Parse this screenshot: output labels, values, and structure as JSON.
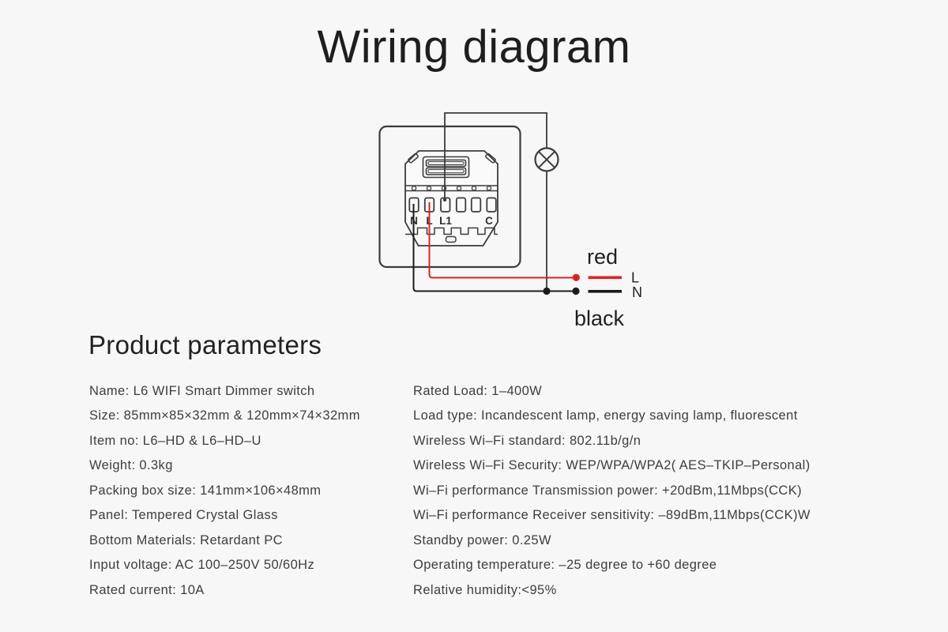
{
  "background": "#f7f7f8",
  "title": "Wiring diagram",
  "diagram": {
    "terminals": [
      "N",
      "L",
      "L1",
      "C"
    ],
    "wire_labels": {
      "red": "red",
      "black": "black",
      "live": "L",
      "neutral": "N"
    },
    "colors": {
      "red_wire": "#da2422",
      "black_wire": "#1b1b1b",
      "outline": "#3b3b3b"
    }
  },
  "parameters": {
    "heading": "Product parameters",
    "left": [
      "Name: L6 WIFI Smart Dimmer switch",
      "Size: 85mm×85×32mm & 120mm×74×32mm",
      "Item no: L6–HD & L6–HD–U",
      "Weight: 0.3kg",
      "Packing box size: 141mm×106×48mm",
      "Panel: Tempered Crystal Glass",
      "Bottom Materials: Retardant PC",
      "Input voltage: AC 100–250V 50/60Hz",
      "Rated current: 10A"
    ],
    "right": [
      "Rated Load: 1–400W",
      "Load type: Incandescent lamp, energy saving lamp, fluorescent",
      "Wireless Wi–Fi standard: 802.11b/g/n",
      "Wireless Wi–Fi Security: WEP/WPA/WPA2( AES–TKIP–Personal)",
      "Wi–Fi performance Transmission power: +20dBm,11Mbps(CCK)",
      "Wi–Fi performance Receiver sensitivity: –89dBm,11Mbps(CCK)W",
      "Standby power: 0.25W",
      "Operating temperature: –25 degree to +60 degree",
      "Relative humidity:<95%"
    ]
  }
}
